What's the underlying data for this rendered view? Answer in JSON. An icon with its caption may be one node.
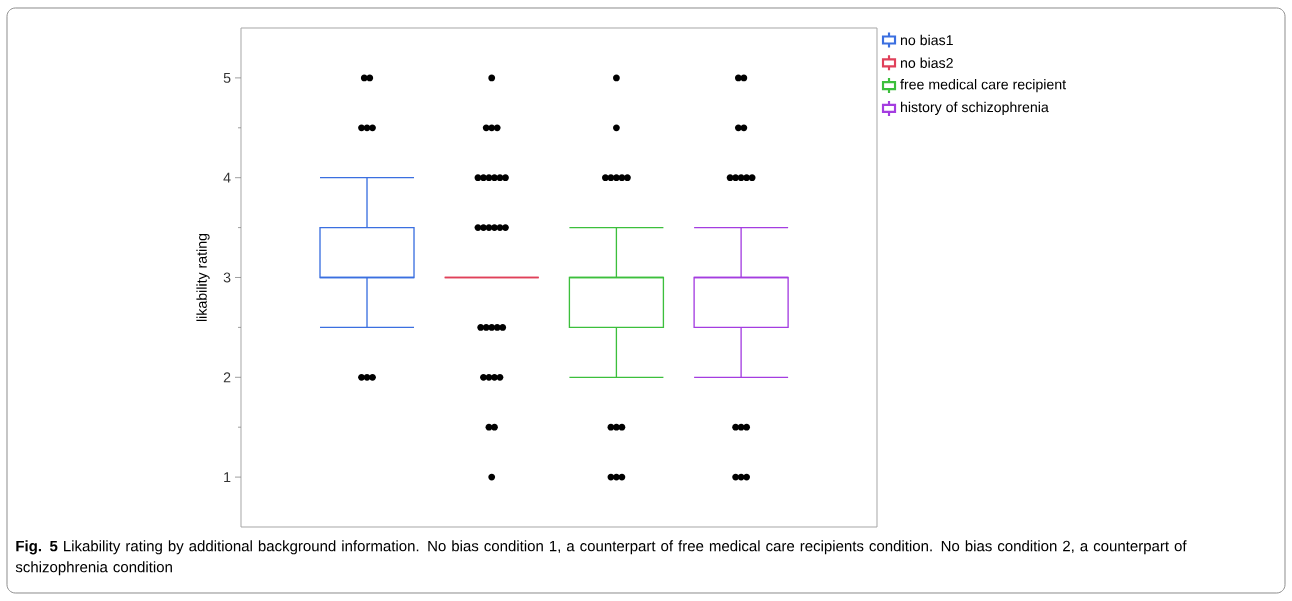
{
  "diagram": {
    "caption": "**Fig. 5** Likability rating by additional background information. No bias condition 1, a counterpart of free medical care recipients condition. No bias condition 2, a counterpart of schizophrenia condition",
    "labels": [
      "5",
      "4",
      "3",
      "2",
      "1",
      "likability rating"
    ],
    "legend": [
      {
        "text": "no bias1",
        "color": "#3b6fe0"
      },
      {
        "text": "no bias2",
        "color": "#e0405a"
      },
      {
        "text": "free medical care recipient",
        "color": "#3cbf3c"
      },
      {
        "text": "history of schizophrenia",
        "color": "#a43de0"
      }
    ]
  }
}
